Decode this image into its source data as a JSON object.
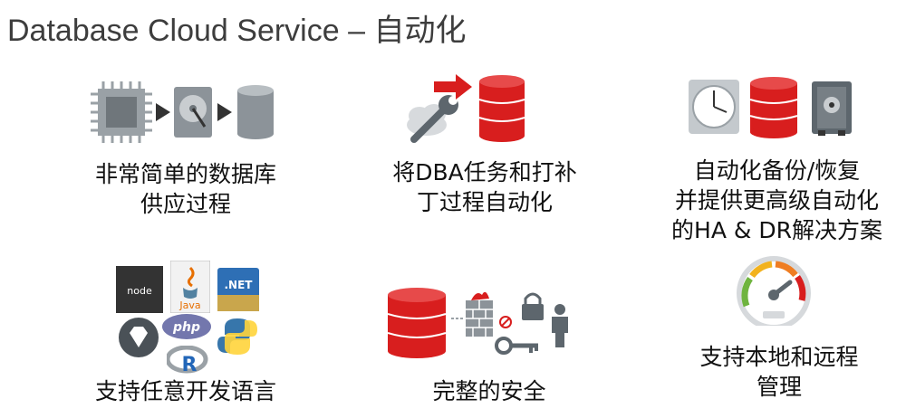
{
  "title": "Database Cloud Service – 自动化",
  "features": [
    {
      "line1": "非常简单的数据库",
      "line2": "供应过程"
    },
    {
      "line1": "将DBA任务和打补",
      "line2": "丁过程自动化"
    },
    {
      "line1": "自动化备份/恢复",
      "line2": "并提供更高级自动化",
      "line3": "的HA & DR解决方案"
    },
    {
      "line1": "支持任意开发语言"
    },
    {
      "line1": "完整的安全"
    },
    {
      "line1": "支持本地和远程",
      "line2": "管理"
    }
  ],
  "logos": {
    "node": "node",
    "java": "Java",
    "net": ".NET",
    "php": "php",
    "r": "R"
  },
  "colors": {
    "oracle_red": "#d81e1e",
    "gray": "#8c9399",
    "dark": "#333333"
  }
}
